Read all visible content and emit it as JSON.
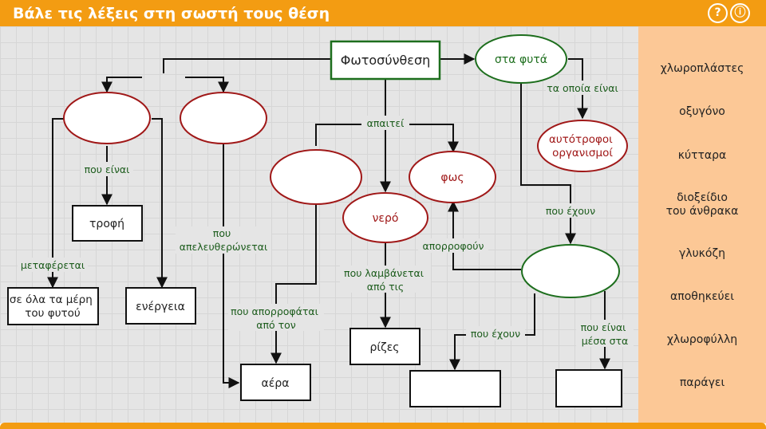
{
  "header": {
    "title": "Βάλε τις λέξεις στη σωστή τους θέση",
    "help_icon": "?",
    "info_icon": "ⓘ"
  },
  "colors": {
    "header": "#f39c12",
    "word_bank": "#fcc896",
    "link_text": "#1c5c1c",
    "center_border": "#1d6e1d",
    "oval_border": "#a01818",
    "oval_text": "#a01818"
  },
  "concept_map": {
    "center": "Φωτοσύνθεση",
    "ovals": {
      "in_plants": "στα φυτά",
      "autotrophs": "αυτότροφοι οργανισμοί",
      "light": "φως",
      "water": "νερό"
    },
    "boxes": {
      "food": "τροφή",
      "all_parts": "σε όλα τα μέρη του φυτού",
      "energy": "ενέργεια",
      "air": "αέρα",
      "roots": "ρίζες"
    },
    "links": {
      "which_are": "τα οποία είναι",
      "requires": "απαιτεί",
      "which_is": "που είναι",
      "have": "που έχουν",
      "released": "που απελευθερώνεται",
      "absorb": "απορροφούν",
      "transported": "μεταφέρεται",
      "absorbed_from": "που απορροφάται από τον",
      "taken_from": "που λαμβάνεται από τις",
      "have2": "που έχουν",
      "which_are_inside": "που είναι μέσα στα"
    }
  },
  "word_bank": [
    "χλωροπλάστες",
    "οξυγόνο",
    "κύτταρα",
    "διοξείδιο του άνθρακα",
    "γλυκόζη",
    "αποθηκεύει",
    "χλωροφύλλη",
    "παράγει"
  ]
}
